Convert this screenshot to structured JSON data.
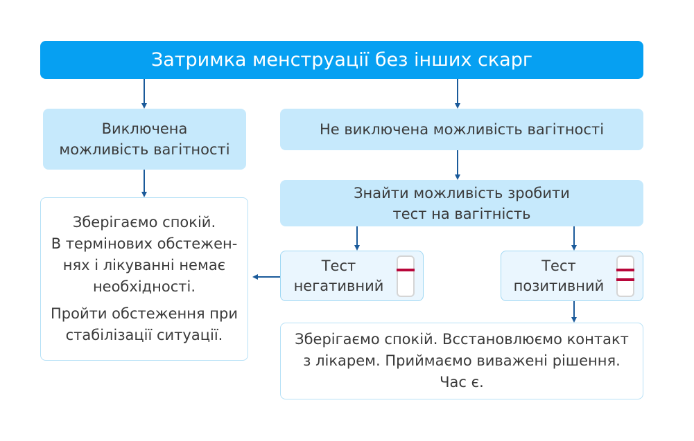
{
  "title": "Затримка менструації без інших скарг",
  "excluded": {
    "lines": [
      "Виключена",
      "можливість вагітності"
    ]
  },
  "not_excluded": {
    "lines": [
      "Не виключена можливість вагітності"
    ]
  },
  "find_test": {
    "lines": [
      "Знайти можливість зробити",
      "тест на вагітність"
    ]
  },
  "test_negative": {
    "lines": [
      "Тест",
      "негативний"
    ]
  },
  "test_positive": {
    "lines": [
      "Тест",
      "позитивний"
    ]
  },
  "calm_left": {
    "lines": [
      "Зберігаємо спокій.",
      "В термінових обстежен-",
      "нях і лікуванні немає",
      "необхідності.",
      "Пройти обстеження при",
      "стабілізації ситуації."
    ]
  },
  "calm_right": {
    "lines": [
      "Зберігаємо спокій. Всстановлюємо контакт",
      "з лікарем. Приймаємо виважені рішення.",
      "Час є."
    ]
  },
  "colors": {
    "title_bg": "#06a0f2",
    "box_bg": "#c6e9fc",
    "arrow": "#1a5a9a",
    "test_band": "#b8063a"
  }
}
